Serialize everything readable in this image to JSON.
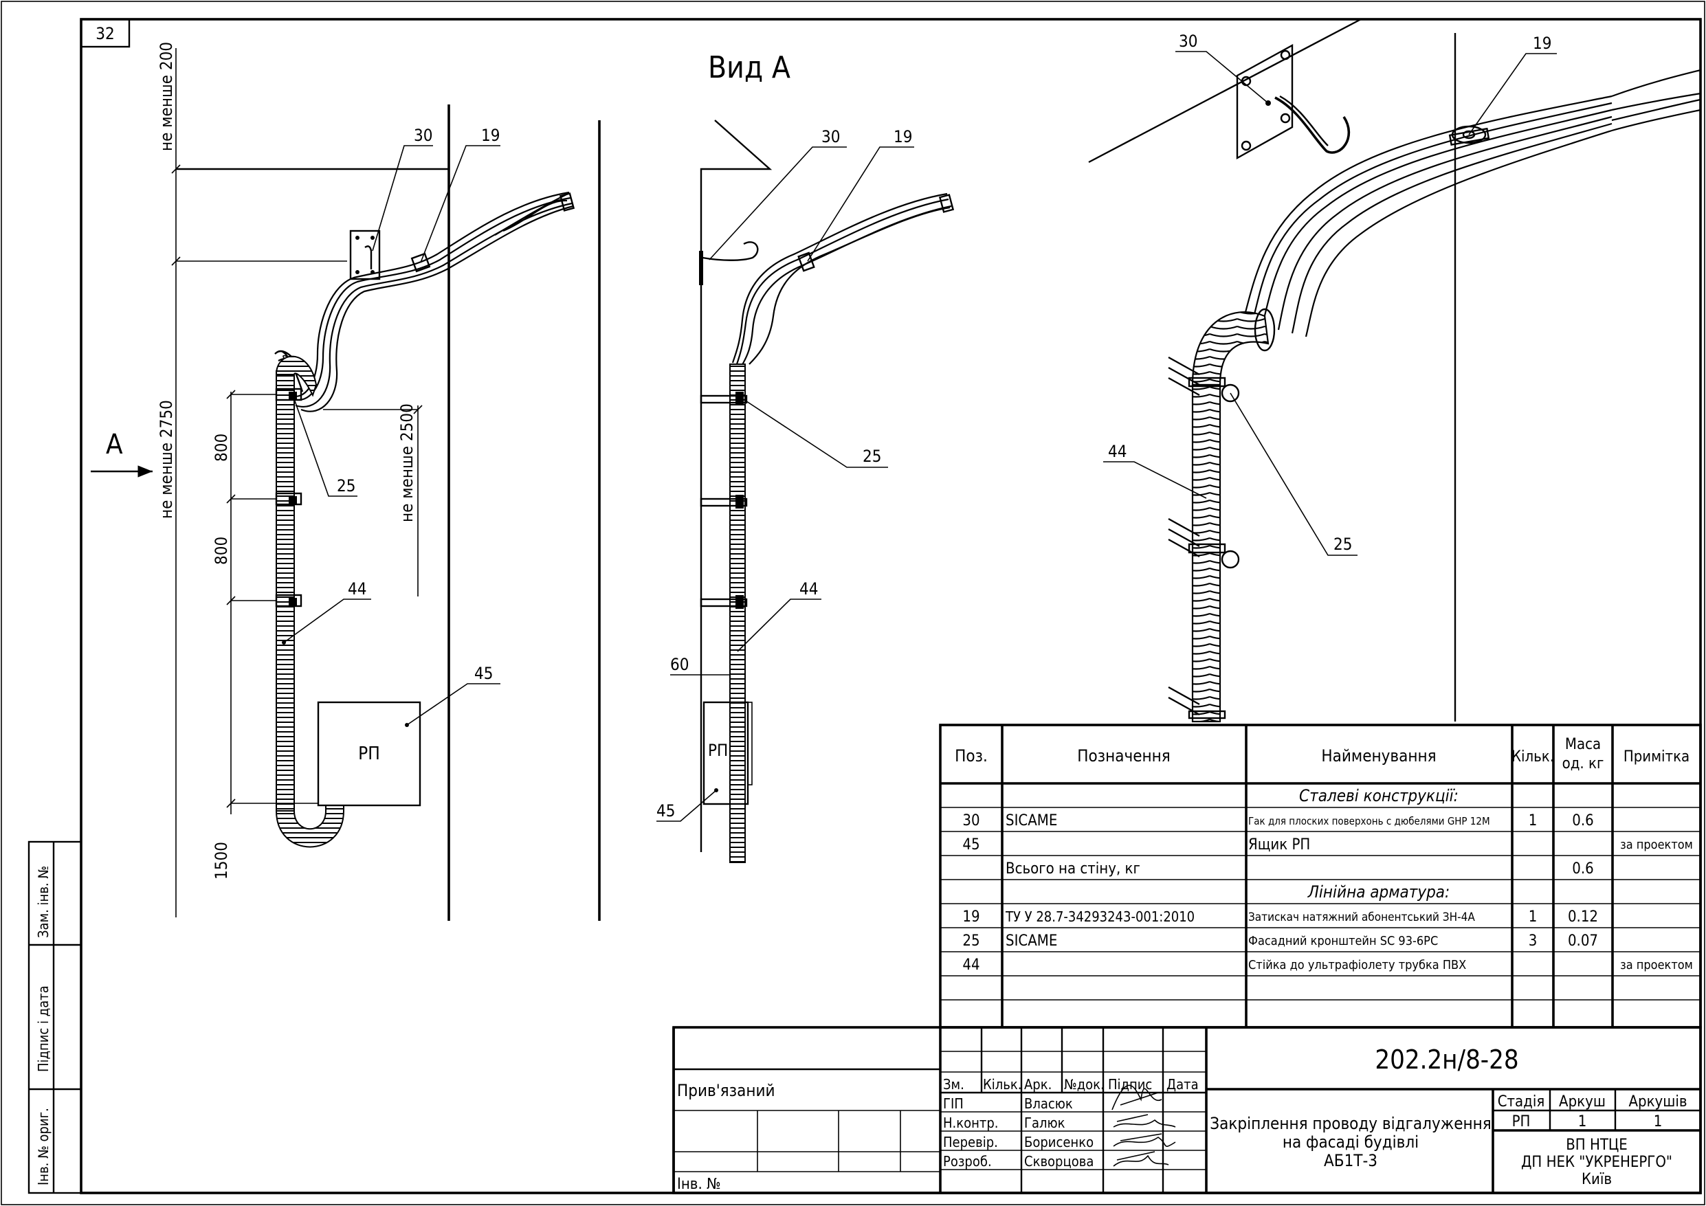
{
  "sheet_number": "32",
  "view_title": "Вид А",
  "arrow_label": "А",
  "dimensions": {
    "min200": "не менше 200",
    "min2750": "не менше 2750",
    "min2500": "не менше 2500",
    "d800a": "800",
    "d800b": "800",
    "d1500": "1500",
    "d60": "60"
  },
  "callouts": {
    "p30": "30",
    "p19": "19",
    "p25": "25",
    "p44": "44",
    "p45": "45"
  },
  "box_label": "РП",
  "spec_table": {
    "headers": [
      "Поз.",
      "Позначення",
      "Найменування",
      "Кільк.",
      "Маса од. кг",
      "Примітка"
    ],
    "mass_header_line1": "Маса",
    "mass_header_line2": "од. кг",
    "rows": [
      {
        "pos": "",
        "designation": "",
        "name": "Сталеві конструкції:",
        "qty": "",
        "mass": "",
        "note": ""
      },
      {
        "pos": "30",
        "designation": "SICAME",
        "name": "Гак для плоских поверхонь с дюбелями GHP 12M",
        "qty": "1",
        "mass": "0.6",
        "note": ""
      },
      {
        "pos": "45",
        "designation": "",
        "name": "Ящик РП",
        "qty": "",
        "mass": "",
        "note": "за проектом"
      },
      {
        "pos": "",
        "designation": "Всього на стіну, кг",
        "name": "",
        "qty": "",
        "mass": "0.6",
        "note": ""
      },
      {
        "pos": "",
        "designation": "",
        "name": "Лінійна арматура:",
        "qty": "",
        "mass": "",
        "note": ""
      },
      {
        "pos": "19",
        "designation": "ТУ У 28.7-34293243-001:2010",
        "name": "Затискач натяжний абонентський ЗН-4А",
        "qty": "1",
        "mass": "0.12",
        "note": ""
      },
      {
        "pos": "25",
        "designation": "SICAME",
        "name": "Фасадний кронштейн SC 93-6PC",
        "qty": "3",
        "mass": "0.07",
        "note": ""
      },
      {
        "pos": "44",
        "designation": "",
        "name": "Стійка до ультрафіолету трубка ПВХ",
        "qty": "",
        "mass": "",
        "note": "за проектом"
      }
    ]
  },
  "title_block": {
    "doc_code": "202.2н/8-28",
    "linked": "Прив'язаний",
    "inv_no": "Інв. №",
    "col_headers": [
      "Зм.",
      "Кільк.",
      "Арк.",
      "№док.",
      "Підпис",
      "Дата"
    ],
    "roles": [
      {
        "role": "ГІП",
        "name": "Власюк"
      },
      {
        "role": "Н.контр.",
        "name": "Галюк"
      },
      {
        "role": "Перевір.",
        "name": "Борисенко"
      },
      {
        "role": "Розроб.",
        "name": "Скворцова"
      }
    ],
    "title_line1": "Закріплення проводу відгалуження",
    "title_line2": "на фасаді будівлі",
    "title_line3": "АБ1Т-3",
    "stage_label": "Стадія",
    "stage_value": "РП",
    "sheet_label": "Аркуш",
    "sheet_value": "1",
    "sheets_label": "Аркушів",
    "sheets_value": "1",
    "org_line1": "ВП НТЦЕ",
    "org_line2": "ДП НЕК \"УКРЕНЕРГО\"",
    "org_line3": "Київ"
  },
  "side_stamps": {
    "replaced_inv": "Зам. інв. №",
    "signature_date": "Підпис і дата",
    "inv_orig": "Інв. № ориг."
  }
}
